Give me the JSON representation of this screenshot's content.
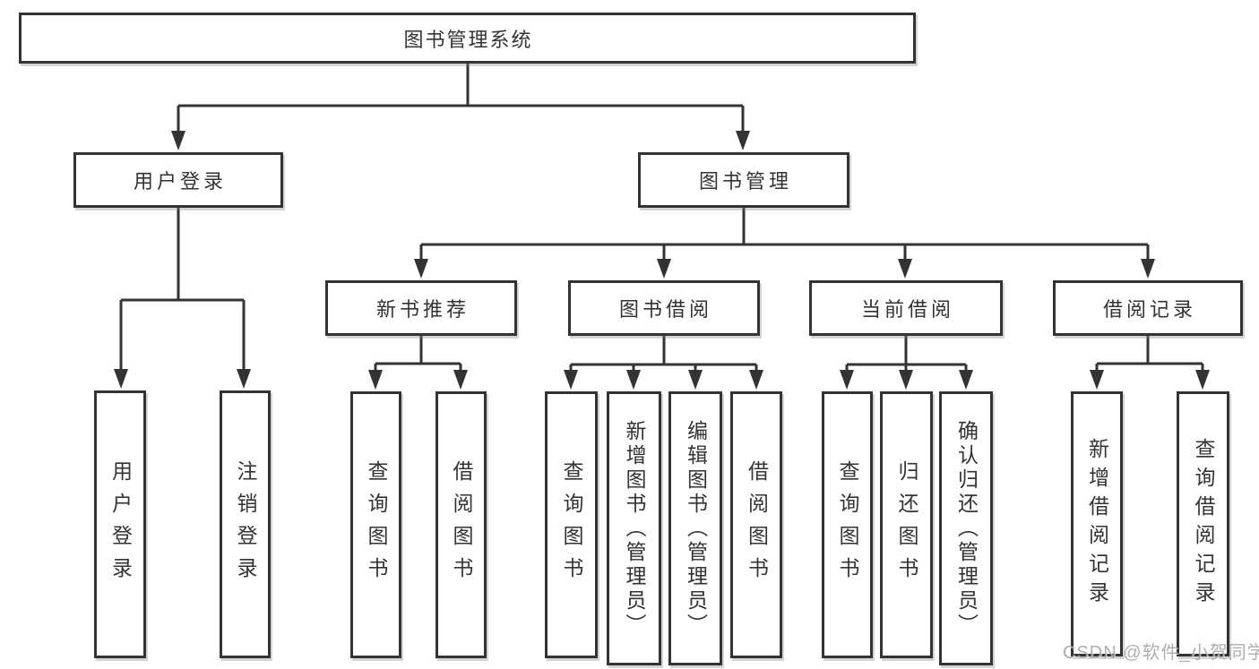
{
  "colors": {
    "line": "#333333",
    "text": "#333333",
    "background": "#ffffff",
    "watermark": "#a0a0a0"
  },
  "watermark": "CSDN @软件_小贺同学",
  "tree": {
    "root": "图书管理系统",
    "level2": {
      "user_login": "用户登录",
      "book_management": "图书管理"
    },
    "user_login_children": [
      "用户登录",
      "注销登录"
    ],
    "book_management_children": {
      "new_book_recommend": "新书推荐",
      "book_borrow": "图书借阅",
      "current_borrow": "当前借阅",
      "borrow_record": "借阅记录"
    },
    "new_book_recommend_children": [
      "查询图书",
      "借阅图书"
    ],
    "book_borrow_children": [
      "查询图书",
      "新增图书（管理员）",
      "编辑图书（管理员）",
      "借阅图书"
    ],
    "current_borrow_children": [
      "查询图书",
      "归还图书",
      "确认归还（管理员）"
    ],
    "borrow_record_children": [
      "新增借阅记录",
      "查询借阅记录"
    ]
  }
}
